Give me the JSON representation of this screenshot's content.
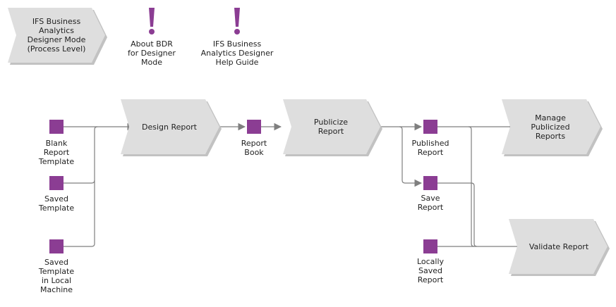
{
  "colors": {
    "process_fill": "#dedede",
    "process_shadow": "#c2c2c2",
    "object_fill": "#8b3d93",
    "connector": "#7f7f7f",
    "info_icon": "#8b3d93",
    "background": "#ffffff"
  },
  "header": {
    "process_level_label": "IFS Business\nAnalytics\nDesigner Mode\n(Process Level)",
    "info_items": [
      {
        "icon": "exclamation-icon",
        "label": "About BDR\nfor Designer\nMode"
      },
      {
        "icon": "exclamation-icon",
        "label": "IFS Business\nAnalytics Designer\nHelp Guide"
      }
    ]
  },
  "processes": {
    "design_report": "Design Report",
    "publicize_report": "Publicize\nReport",
    "manage_publicized_reports": "Manage\nPublicized\nReports",
    "validate_report": "Validate Report"
  },
  "objects": {
    "blank_report_template": "Blank\nReport\nTemplate",
    "saved_template": "Saved\nTemplate",
    "saved_template_local": "Saved\nTemplate\nin Local\nMachine",
    "report_book": "Report\nBook",
    "published_report": "Published\nReport",
    "save_report": "Save\nReport",
    "locally_saved_report": "Locally\nSaved\nReport"
  }
}
